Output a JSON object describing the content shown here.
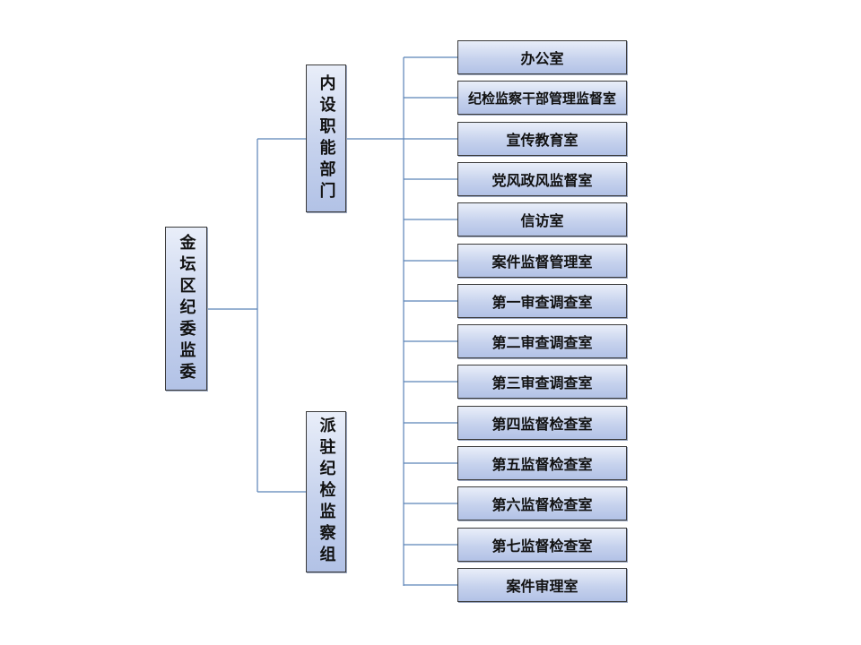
{
  "root": {
    "label": "金坛区纪委监委"
  },
  "branches": {
    "internal": {
      "label": "内设职能部门"
    },
    "dispatched": {
      "label": "派驻纪检监察组"
    }
  },
  "departments": [
    "办公室",
    "纪检监察干部管理监督室",
    "宣传教育室",
    "党风政风监督室",
    "信访室",
    "案件监督管理室",
    "第一审查调查室",
    "第二审查调查室",
    "第三审查调查室",
    "第四监督检查室",
    "第五监督检查室",
    "第六监督检查室",
    "第七监督检查室",
    "案件审理室"
  ],
  "colors": {
    "line": "#5b83b8",
    "box_border": "#3a3a3a",
    "box_fill": "#c6d2ed"
  }
}
